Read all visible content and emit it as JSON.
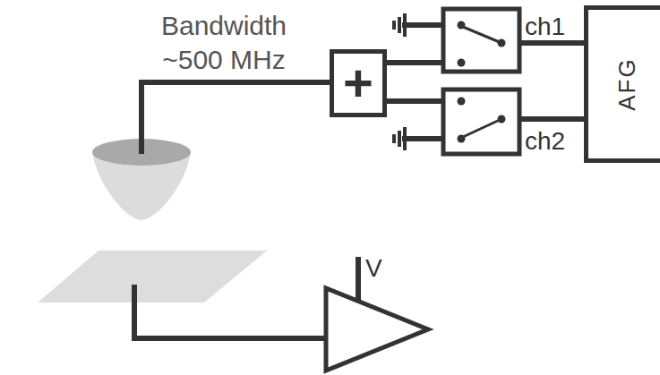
{
  "diagram": {
    "nodes": [
      {
        "text": [
          "+"
        ]
      },
      {
        "text": [
          "AFG"
        ]
      }
    ],
    "labels": [
      "Bandwidth ~500 MHz",
      "ch1",
      "ch2",
      "V"
    ]
  }
}
